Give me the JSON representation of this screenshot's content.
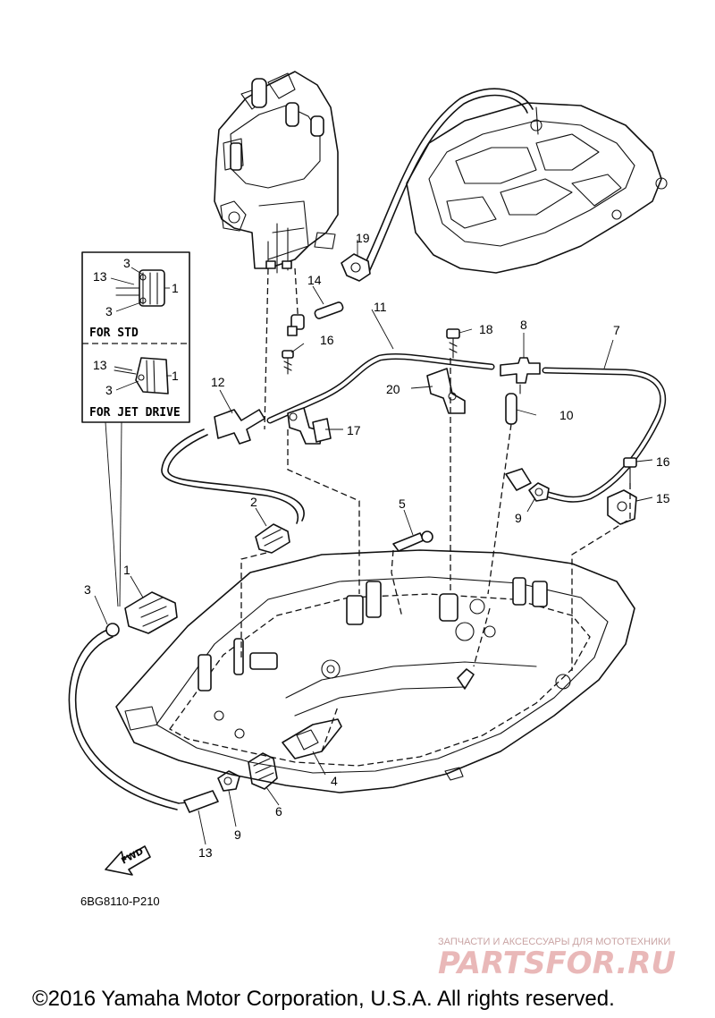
{
  "callouts": {
    "c1": "1",
    "c2": "2",
    "c3": "3",
    "c4": "4",
    "c5": "5",
    "c6": "6",
    "c7": "7",
    "c8": "8",
    "c9a": "9",
    "c9b": "9",
    "c10": "10",
    "c11": "11",
    "c12": "12",
    "c13": "13",
    "c14": "14",
    "c15": "15",
    "c16a": "16",
    "c16b": "16",
    "c17": "17",
    "c19": "19",
    "c18": "18",
    "c20": "20"
  },
  "inset": {
    "std": {
      "c13": "13",
      "c3a": "3",
      "c3b": "3",
      "c1": "1",
      "caption": "FOR STD"
    },
    "jet": {
      "c13": "13",
      "c3": "3",
      "c1": "1",
      "caption": "FOR JET DRIVE"
    }
  },
  "fwd_label": "FWD",
  "diagram_code": "6BG8110-P210",
  "watermark": {
    "subtitle": "ЗАПЧАСТИ И АКСЕССУАРЫ ДЛЯ МОТОТЕХНИКИ",
    "brand": "PARTSFOR.RU"
  },
  "copyright": "©2016 Yamaha Motor Corporation, U.S.A. All rights reserved."
}
